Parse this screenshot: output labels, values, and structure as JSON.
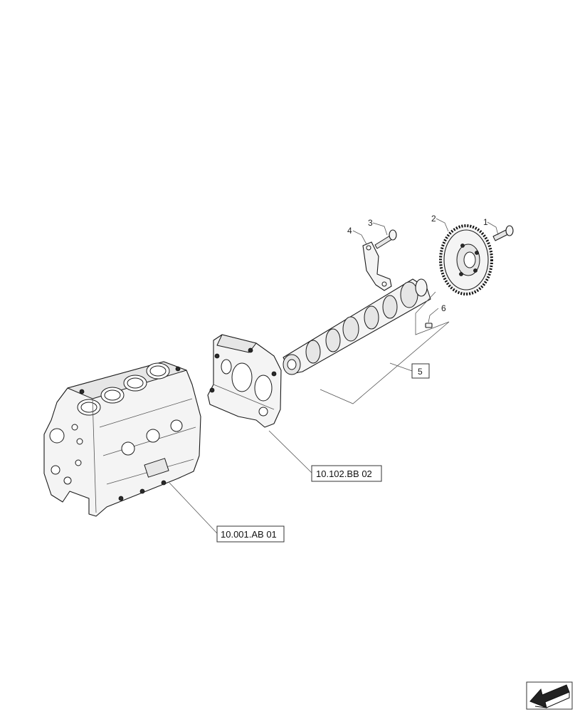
{
  "callouts": {
    "c1": "1",
    "c2": "2",
    "c3": "3",
    "c4": "4",
    "c5": "5",
    "c6": "6"
  },
  "references": {
    "front_cover": "10.102.BB 02",
    "engine_block": "10.001.AB 01"
  },
  "nav": {
    "icon": "arrow-down-left-icon"
  }
}
